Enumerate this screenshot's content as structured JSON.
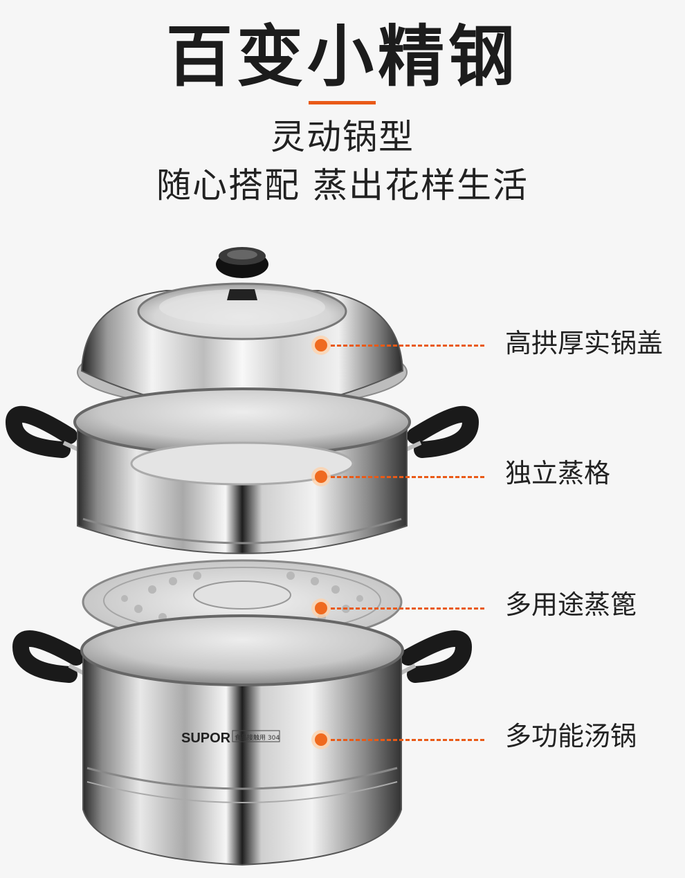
{
  "headline": "百变小精钢",
  "subheadline_1": "灵动锅型",
  "subheadline_2": "随心搭配 蒸出花样生活",
  "brand_mark": "SUPOR",
  "pot_engraving": "食品接触用 304",
  "accent_color": "#e95a17",
  "callouts": [
    {
      "label": "高拱厚实锅盖"
    },
    {
      "label": "独立蒸格"
    },
    {
      "label": "多用途蒸篦"
    },
    {
      "label": "多功能汤锅"
    }
  ]
}
